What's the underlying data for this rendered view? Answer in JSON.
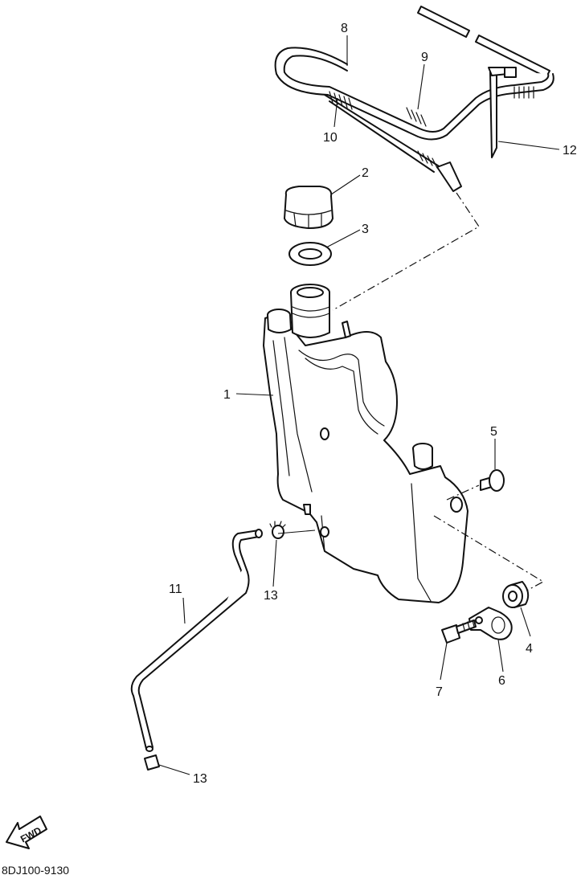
{
  "callouts": {
    "c1": "1",
    "c2": "2",
    "c3": "3",
    "c4": "4",
    "c5": "5",
    "c6": "6",
    "c7": "7",
    "c8": "8",
    "c9": "9",
    "c10": "10",
    "c11": "11",
    "c12": "12",
    "c13a": "13",
    "c13b": "13"
  },
  "direction_indicator": "FWD",
  "diagram_code": "8DJ100-9130"
}
